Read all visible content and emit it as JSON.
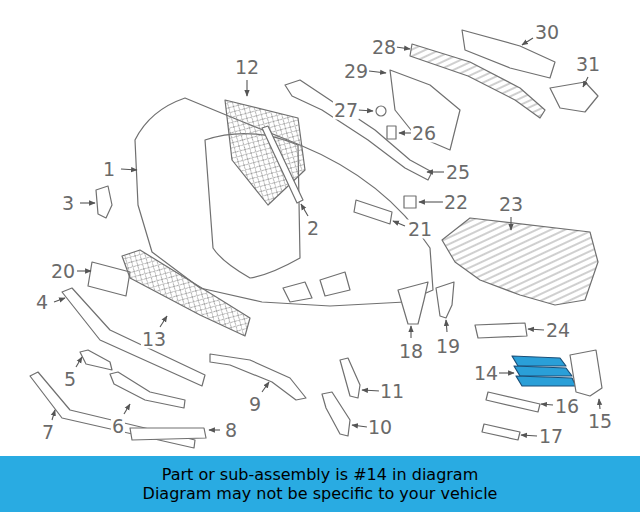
{
  "diagram": {
    "nodes": [
      {
        "text": [
          "Part or sub-assembly is #14 in diagram",
          "Diagram may not be specific to your vehicle"
        ]
      }
    ],
    "labels": [
      "12",
      "30",
      "28",
      "29",
      "31",
      "27",
      "26",
      "1",
      "25",
      "3",
      "22",
      "23",
      "2",
      "21",
      "20",
      "4",
      "24",
      "13",
      "19",
      "18",
      "14",
      "5",
      "11",
      "16",
      "9",
      "15",
      "10",
      "6",
      "8",
      "7",
      "17"
    ]
  }
}
